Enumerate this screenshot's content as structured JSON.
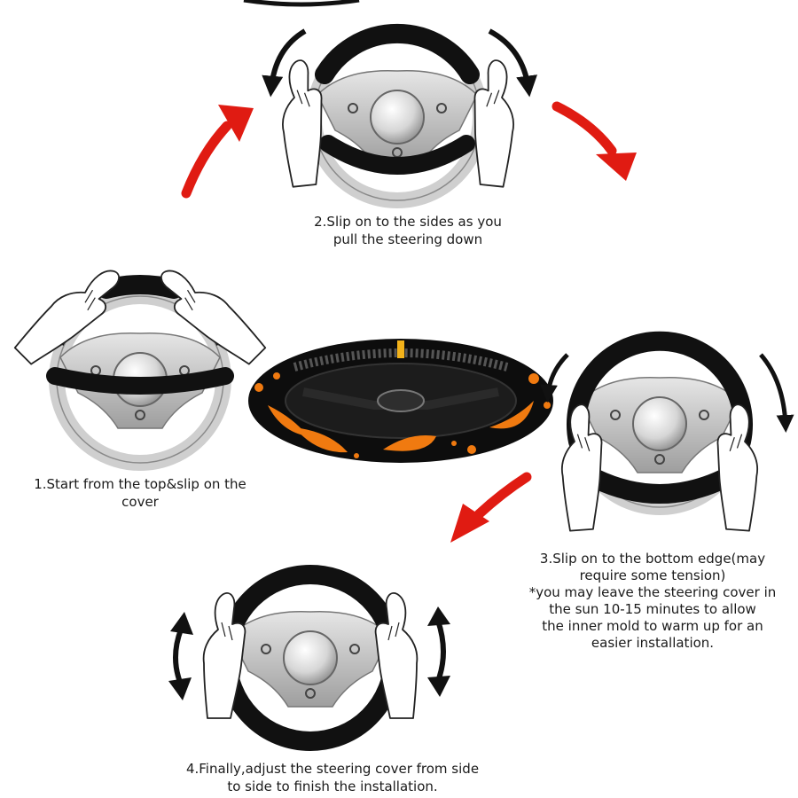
{
  "steps": {
    "step1": {
      "line1": "1.Start from the top&slip on the",
      "line2": "cover"
    },
    "step2": {
      "line1": "2.Slip on to the sides as you",
      "line2": "pull the steering down"
    },
    "step3": {
      "line1": "3.Slip on to the bottom edge(may",
      "line2": "require some tension)",
      "line3": "*you may leave the steering cover in",
      "line4": "the sun 10-15 minutes to allow",
      "line5": "the inner mold to warm up for an",
      "line6": "easier installation."
    },
    "step4": {
      "line1": "4.Finally,adjust the steering cover from side",
      "line2": "to side to finish the installation."
    }
  },
  "colors": {
    "arrow_red": "#e01b12",
    "cover_black": "#111111",
    "wheel_gray": "#c9c9c9",
    "product_orange": "#f07a10",
    "product_marker": "#f2b21a"
  },
  "icons": [
    "steering-wheel-icon",
    "hand-icon",
    "curved-arrow-icon",
    "double-arrow-icon",
    "red-arrow-icon"
  ]
}
